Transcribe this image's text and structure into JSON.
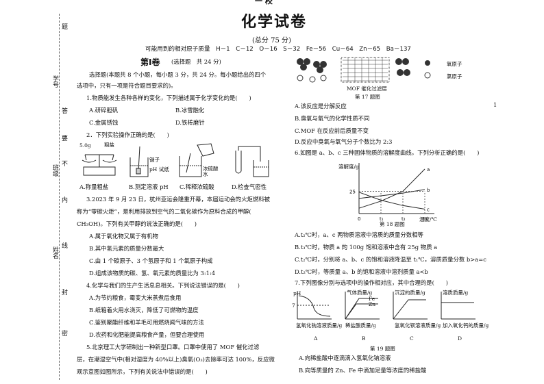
{
  "header": {
    "title": "化学试卷",
    "total": "(总分 75 分)",
    "atomic_masses": "可能用到的相对原子质量　H－1　C－12　O－16　S－32　Fe－56　Cu－64　Zn－65　Ba－137",
    "top_fragment": "一 校"
  },
  "margin": {
    "labels": [
      "题",
      "学号",
      "答",
      "要",
      "不",
      "班级",
      "内",
      "线",
      "封",
      "姓名",
      "密"
    ]
  },
  "section1": {
    "title": "第Ⅰ卷",
    "subtitle": "(选择题　共 24 分)",
    "intro1": "选择题(本题共 8 个小题，每小题 3 分，共 24 分。每小题给出的四个",
    "intro2": "选项中，只有一项是符合题目要求的)。"
  },
  "q1": {
    "stem": "1.物质能发生各种各样的变化，下列描述属于化学变化的是(　　)",
    "a": "A.研碎胆矾",
    "b": "B.冰雪融化",
    "c": "C.金属锈蚀",
    "d": "D.铁棒磨针"
  },
  "q2": {
    "stem": "2．下列实验操作正确的是(　　)",
    "img_labels": {
      "salt": "粗盐",
      "mass": "5.0g",
      "tweezers": "镊子",
      "ph": "pH 试纸",
      "acid": "浓硫酸",
      "water": "水"
    },
    "a": "A.称量粗盐",
    "b": "B.测定溶液 pH",
    "c": "C.稀释浓硫酸",
    "d": "D.检查气密性"
  },
  "q3": {
    "l1": "3.2023 年 9 月 23 日，杭州亚运会隆重开幕，本届运动会的火炬燃料被",
    "l2": "称为“零碳火炬”，是利用排放到空气的二氧化碳作为原料合成的甲醇(",
    "l3": "CH₃OH)。下列有关甲醇的说法正确的是(　　)",
    "a": "A.属于氧化物又属于有机物",
    "b": "B.其中氢元素的质量分数最大",
    "c": "C.由 1 个碳原子、3 个氢原子和 1 个氧原子构成",
    "d": "D.组成该物质的碳、氢、氧元素的质量比为 3:1:4"
  },
  "q4": {
    "stem": "4.化学与我们的生产生活息息相关。下列说法错误的是(　　)",
    "a": "A.为节约粮食，霉变大米蒸煮后食用",
    "b": "B.纸箱着火用水浇灭，降低了可燃物的温度",
    "c": "C.鉴别聚酯纤维和羊毛可用燃烧闻气味的方法",
    "d": "D.农药和化肥能提高粮食产量，但要合理使用"
  },
  "q5": {
    "l1": "5.北京理工大学研制出一种新型口罩。口罩中使用了 MOF 催化过滤",
    "l2": "层，在潮湿空气中(相对湿度为 40%以上)臭氧(O₃)去除率可达 100%，反应微",
    "l3": "观示意图如图所示，下列有关说法中错误的是(　　)"
  },
  "fig17": {
    "caption": "第 17 题图",
    "layer": "MOF 催化过滤层",
    "legend_o": "氧原子",
    "legend_h": "氯原子"
  },
  "q5opts": {
    "a": "A.该反应是分解反应",
    "b": "B.臭氧与氧气的化学性质不同",
    "c": "C.MOF 在反应前后质量不变",
    "d": "D.反应中臭氧与氧气分子个数比为 2:3"
  },
  "q6": {
    "stem": "6.如图是 a、b、c 三种固体物质的溶解度曲线。下列分析正确的是(　　)",
    "a": "A.t₂℃时，a、c 两物质溶液中溶质的质量分数相等",
    "b": "B.t₃℃时，物质 a 的 100g 饱和溶液中含有 25g 物质 a",
    "c": "C.t₂℃时，分别将 a、b、c 的饱和溶液降温至 t₁℃，溶质质量分数 b>a=c",
    "d": "D.t₂℃时，等质量 a、b 的饱和溶液中溶剂质量 a<b"
  },
  "chart_data": {
    "type": "line",
    "title": "",
    "xlabel": "温度/℃",
    "ylabel": "溶解度/g",
    "x_ticks": [
      "0",
      "t₁",
      "t₂",
      "t₃"
    ],
    "y_ticks": [
      "25"
    ],
    "series": [
      {
        "name": "a",
        "x": [
          0,
          1,
          2,
          3
        ],
        "y": [
          6,
          14,
          25,
          50
        ]
      },
      {
        "name": "b",
        "x": [
          0,
          1,
          2,
          3
        ],
        "y": [
          17,
          20,
          23,
          27
        ]
      },
      {
        "name": "c",
        "x": [
          0,
          1,
          2,
          3
        ],
        "y": [
          24,
          15,
          9,
          5
        ]
      }
    ]
  },
  "fig18": {
    "caption": "第 18 题图"
  },
  "q7": {
    "stem": "7.下列图像分别与选项中的操作相对应，其中合理的是(　　)",
    "charts": [
      {
        "id": "A",
        "ylabel": "pH",
        "tick": "7",
        "xlabel": "氢氧化钠溶液质量/g"
      },
      {
        "id": "B",
        "ylabel": "气体质量/g",
        "series": [
          "Fe",
          "Zn"
        ],
        "xlabel": "稀盐酸质量/g"
      },
      {
        "id": "C",
        "ylabel": "沉淀的质量/g",
        "xlabel": "氢氧化钡溶液质量/g"
      },
      {
        "id": "D",
        "ylabel": "溶质质量/g",
        "xlabel": "加入氧化钙的质量/g"
      }
    ],
    "caption": "第 19 题图",
    "a": "A.向稀盐酸中逐滴滴入氢氧化钠溶液",
    "b": "B.向等质量的 Zn、Fe 中滴加足量等浓度的稀盐酸"
  },
  "page_number": "1"
}
